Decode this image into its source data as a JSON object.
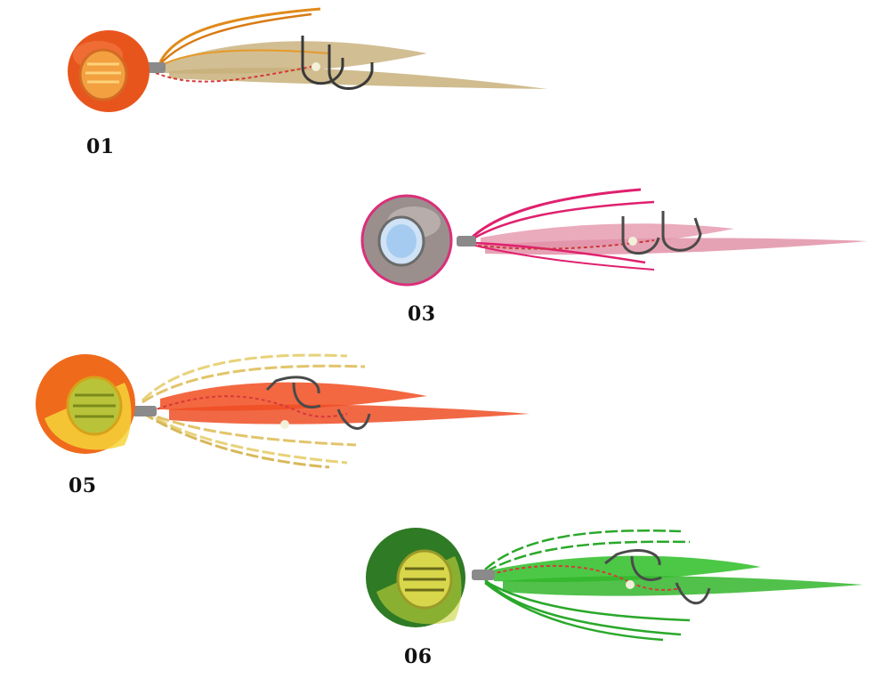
{
  "products": [
    {
      "id": "lure-01",
      "label": "01",
      "head_color": "#e8551c",
      "skirt_color": "#c9b27a",
      "tentacle_color": "#e08a1a",
      "eye_color": "#f2a040"
    },
    {
      "id": "lure-03",
      "label": "03",
      "head_color": "#9a8f8d",
      "skirt_color": "#e79fb3",
      "tentacle_color": "#e0206e",
      "eye_color": "#9ec8ef"
    },
    {
      "id": "lure-05",
      "label": "05",
      "head_color": "#f06a1c",
      "skirt_color": "#f2582c",
      "tentacle_color": "#e8d27a",
      "eye_color": "#b9c33a"
    },
    {
      "id": "lure-06",
      "label": "06",
      "head_color": "#2f7a25",
      "skirt_color": "#38c232",
      "tentacle_color": "#2aa82a",
      "eye_color": "#d8d64a"
    }
  ]
}
